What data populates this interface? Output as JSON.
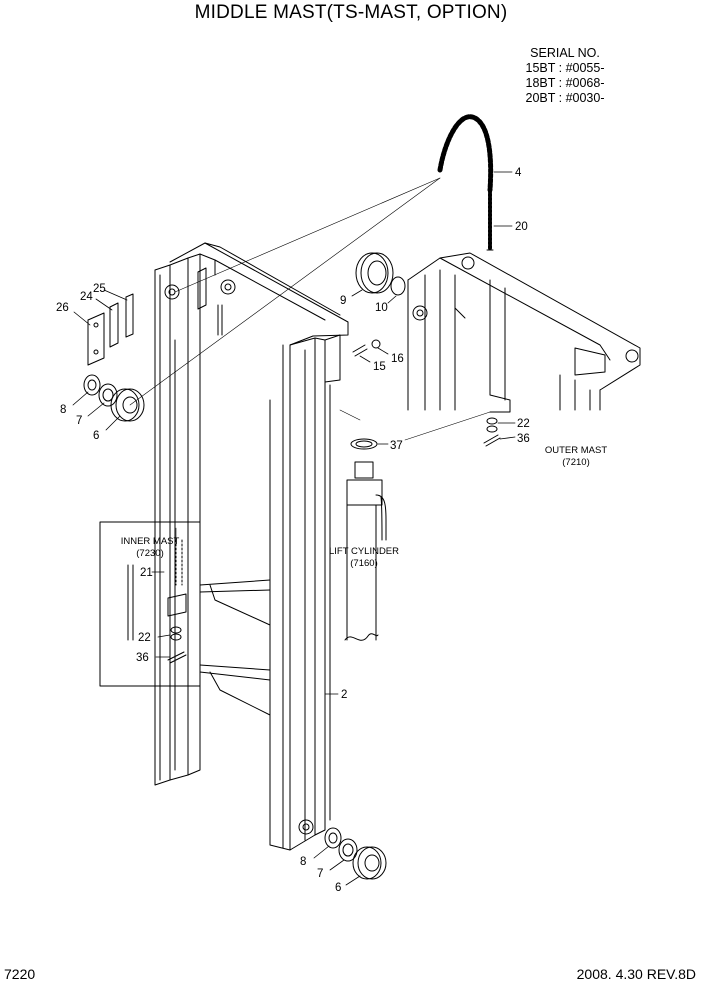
{
  "title": "MIDDLE MAST(TS-MAST, OPTION)",
  "serial": {
    "heading": "SERIAL NO.",
    "lines": [
      "15BT : #0055-",
      "18BT : #0068-",
      "20BT : #0030-"
    ]
  },
  "footer": {
    "page_code": "7220",
    "date_rev": "2008. 4.30  REV.8D"
  },
  "callouts": {
    "inner_mast": "INNER MAST",
    "inner_mast_code": "(7230)",
    "outer_mast": "OUTER MAST",
    "outer_mast_code": "(7210)",
    "lift_cylinder": "LIFT CYLINDER",
    "lift_cylinder_code": "(7160)"
  },
  "part_numbers": {
    "p4": "4",
    "p20": "20",
    "p9": "9",
    "p10": "10",
    "p16": "16",
    "p15": "15",
    "p25": "25",
    "p24": "24",
    "p26": "26",
    "p8a": "8",
    "p7a": "7",
    "p6a": "6",
    "p22a": "22",
    "p36a": "36",
    "p37": "37",
    "p21": "21",
    "p22b": "22",
    "p36b": "36",
    "p2": "2",
    "p8b": "8",
    "p7b": "7",
    "p6b": "6"
  }
}
